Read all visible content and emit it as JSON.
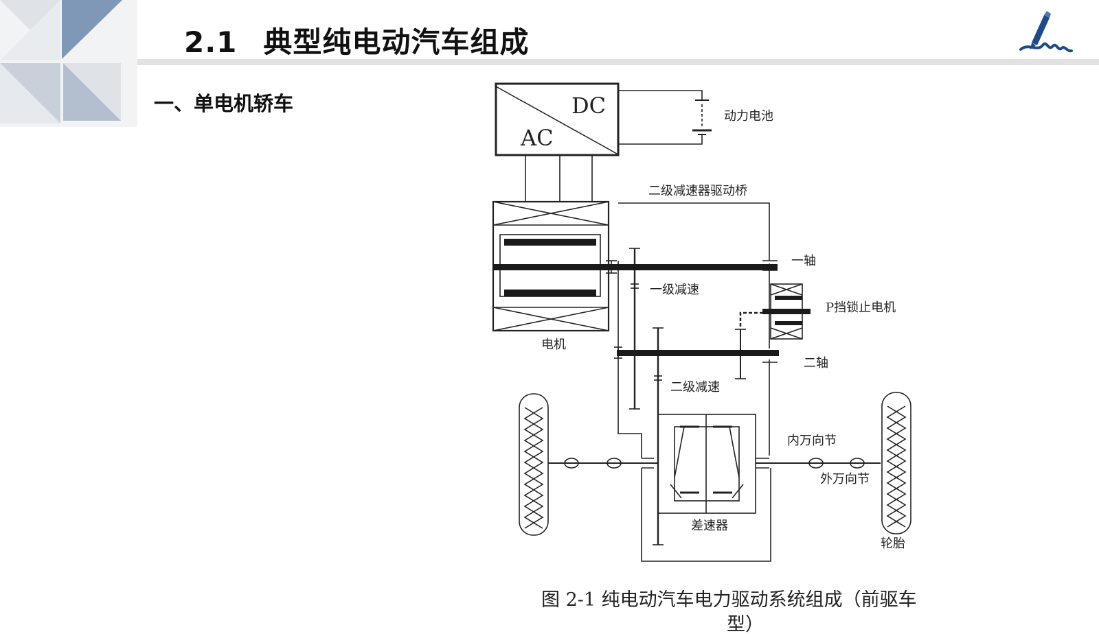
{
  "slide": {
    "title_number": "2.1",
    "title_text": "典型纯电动汽车组成",
    "section_heading": "一、单电机轿车"
  },
  "icons": {
    "corner_decoration": "triangle-pattern",
    "logo": "pen-signature-icon"
  },
  "colors": {
    "corner_dark": "#8098b8",
    "corner_light": "#dfe3e8",
    "title_rule": "#e2e2e2",
    "logo_blue": "#1f4a8a"
  },
  "diagram": {
    "inverter_dc": "DC",
    "inverter_ac": "AC",
    "battery": "动力电池",
    "drive_axle": "二级减速器驱动桥",
    "shaft_1": "一轴",
    "reduction_1": "一级减速",
    "parking_motor": "P挡锁止电机",
    "motor": "电机",
    "shaft_2": "二轴",
    "reduction_2": "二级减速",
    "inner_cv_joint": "内万向节",
    "outer_cv_joint": "外万向节",
    "differential": "差速器",
    "tire": "轮胎"
  },
  "caption": {
    "line1": "图 2-1 纯电动汽车电力驱动系统组成（前驱车",
    "line2": "型）"
  }
}
